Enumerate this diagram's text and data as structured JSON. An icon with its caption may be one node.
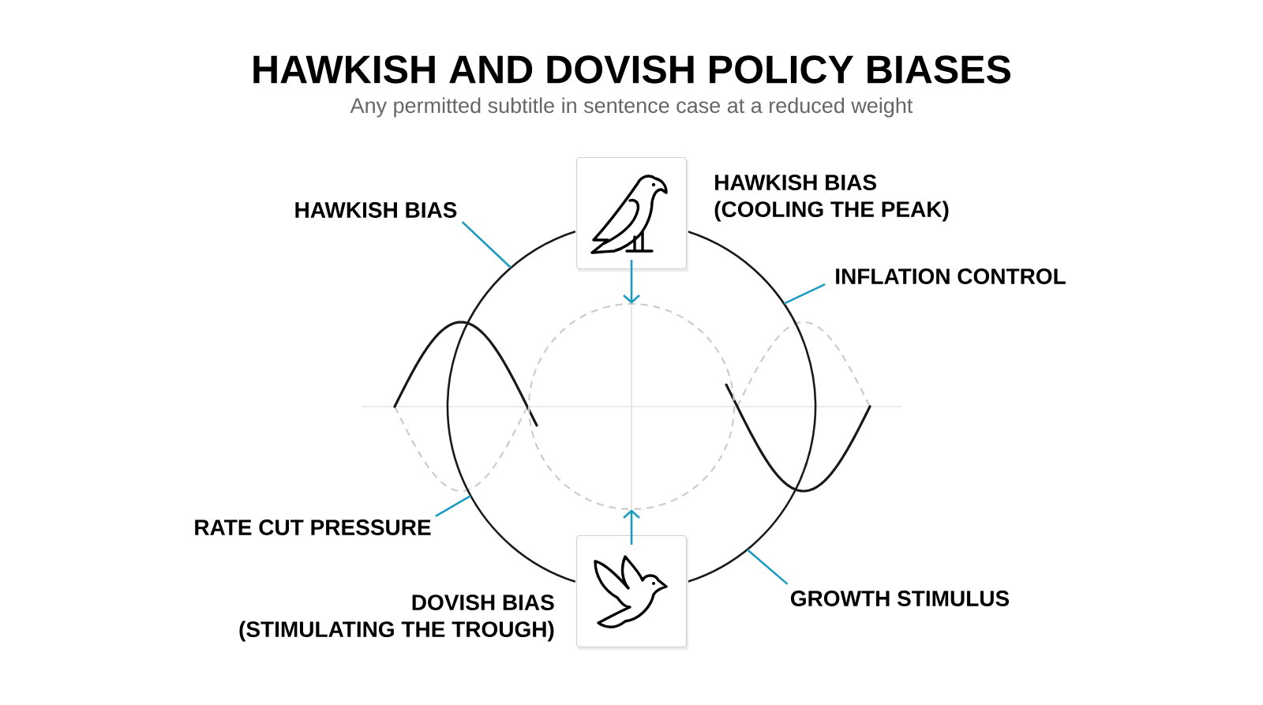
{
  "diagram": {
    "title": "HAWKISH AND DOVISH POLICY BIASES",
    "nodes": [
      {
        "text": [],
        "shape": "picture"
      },
      {
        "text": [],
        "shape": "picture"
      },
      {
        "text": [
          "HAWKISH BIAS"
        ]
      },
      {
        "text": [
          "INFLATION CONTROL"
        ]
      },
      {
        "text": [
          "RATE CUT PRESSURE"
        ]
      },
      {
        "text": [
          "GROWTH STIMULUS"
        ]
      },
      {
        "text": [],
        "shape": "circle"
      },
      {
        "text": [],
        "shape": "circle",
        "in": 6
      }
    ],
    "edges": [
      {
        "from": 2,
        "to": 6,
        "arrow": "none"
      },
      {
        "from": 3,
        "to": 6,
        "arrow": "none"
      },
      {
        "from": 4,
        "to": 6,
        "arrow": "none"
      },
      {
        "from": 5,
        "to": 6,
        "arrow": "none"
      },
      {
        "from": 0,
        "to": 7,
        "arrow": "to"
      },
      {
        "from": 1,
        "to": 7,
        "arrow": "to"
      }
    ],
    "labels": [
      "Any permitted subtitle in sentence case at a reduced weight",
      "HAWKISH BIAS (COOLING THE PEAK)",
      "DOVISH BIAS (STIMULATING THE TROUGH)"
    ]
  }
}
